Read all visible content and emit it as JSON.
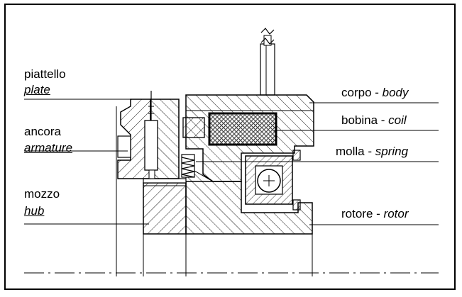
{
  "labels": {
    "plate": {
      "it": "piattello",
      "en": "plate"
    },
    "armature": {
      "it": "ancora",
      "en": "armature"
    },
    "hub": {
      "it": "mozzo",
      "en": "hub"
    },
    "body": {
      "it": "corpo",
      "en": "body"
    },
    "coil": {
      "it": "bobina",
      "en": "coil"
    },
    "spring": {
      "it": "molla",
      "en": "spring"
    },
    "rotor": {
      "it": "rotore",
      "en": "rotor"
    },
    "separator": " - "
  },
  "colors": {
    "line": "#000000",
    "background": "#ffffff"
  }
}
